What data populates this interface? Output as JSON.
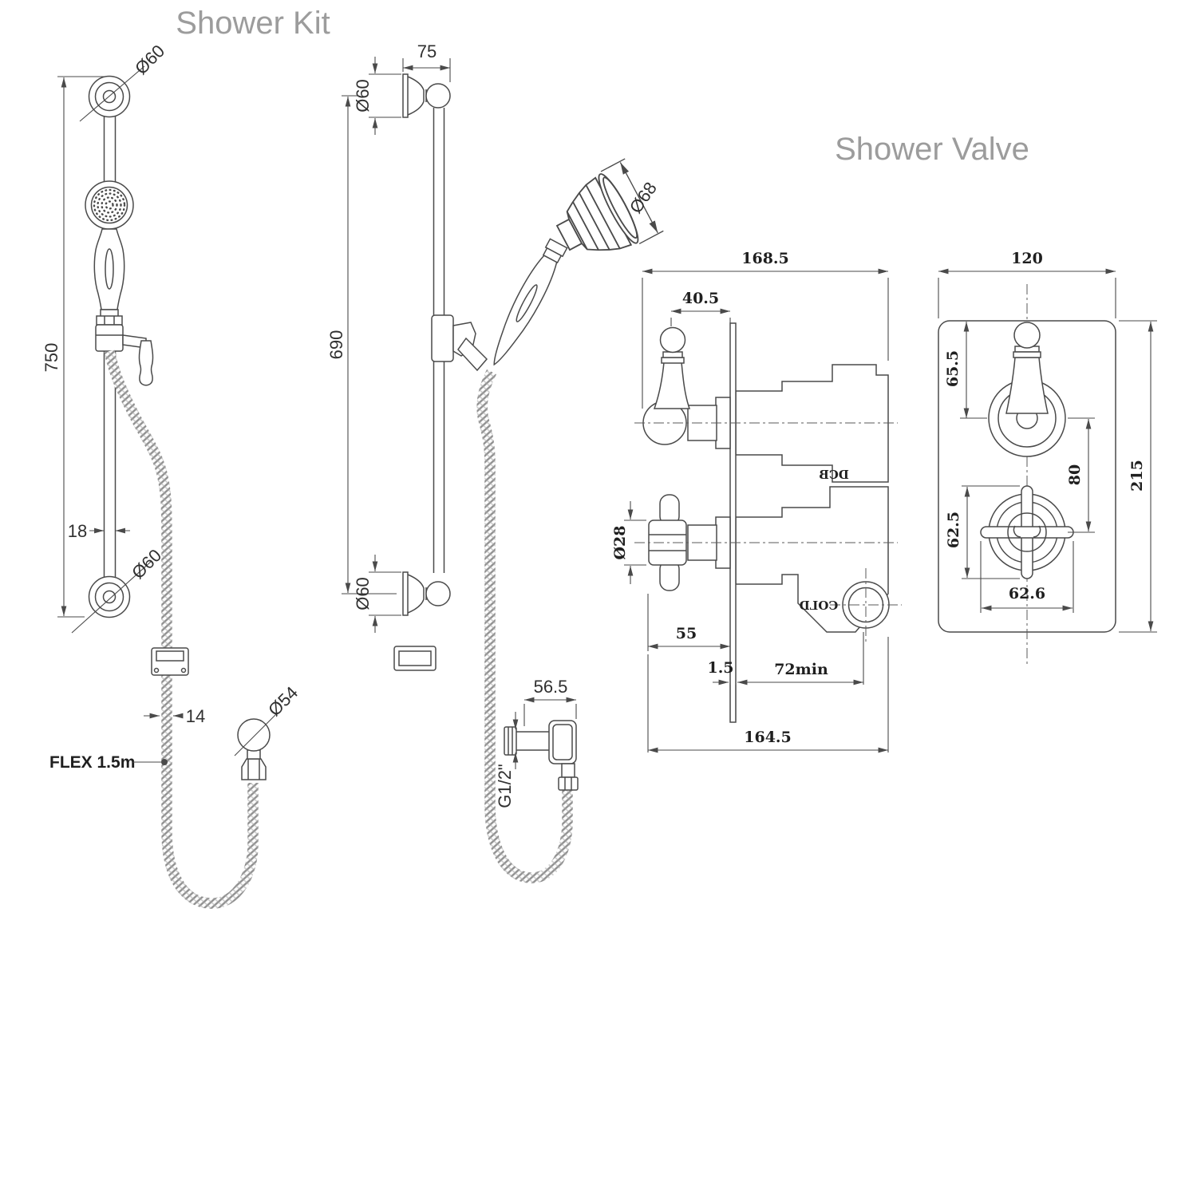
{
  "titles": {
    "kit": "Shower Kit",
    "valve": "Shower Valve"
  },
  "colors": {
    "line": "#4a4a4a",
    "title": "#9c9c9c",
    "label": "#2a2a2a"
  },
  "kit_front": {
    "rail_height": "750",
    "top_bracket_dia": "Ø60",
    "rail_dia": "18",
    "bottom_bracket_dia": "Ø60",
    "hose_dia": "14",
    "hose_note": "FLEX 1.5m",
    "connector_dia": "Ø54"
  },
  "kit_side": {
    "bracket_depth": "75",
    "top_bracket_dia": "Ø60",
    "bar_length": "690",
    "head_dia": "Ø68",
    "bottom_bracket_dia": "Ø60",
    "outlet_depth": "56.5",
    "outlet_thread": "G1/2\""
  },
  "valve_side": {
    "overall_width": "168.5",
    "handle_projection": "40.5",
    "handle_dia": "Ø28",
    "handle_length": "55",
    "plate_thickness": "1.5",
    "min_recess": "72min",
    "body_width": "164.5",
    "marking_top": "DCB",
    "marking_bottom": "COLD"
  },
  "valve_front": {
    "plate_width": "120",
    "top_handle_offset": "65.5",
    "handle_centres": "80",
    "plate_height": "215",
    "cross_height": "62.5",
    "cross_width": "62.6"
  }
}
